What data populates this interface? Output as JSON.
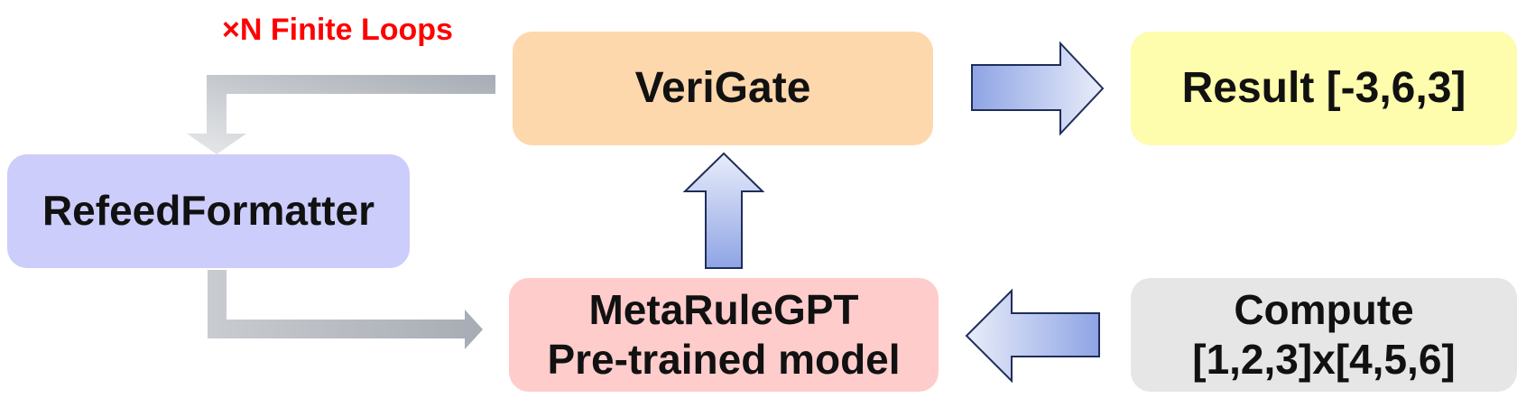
{
  "loop_label": "×N Finite Loops",
  "nodes": {
    "verigate": {
      "label": "VeriGate",
      "color": "#fdd8ad"
    },
    "result": {
      "label": "Result [-3,6,3]",
      "color": "#fefcad"
    },
    "refeed": {
      "label": "RefeedFormatter",
      "color": "#cccdfb"
    },
    "metarule": {
      "line1": "MetaRuleGPT",
      "line2": "Pre-trained model",
      "color": "#ffcccc"
    },
    "compute": {
      "line1": "Compute",
      "line2": "[1,2,3]x[4,5,6]",
      "color": "#e6e6e6"
    }
  },
  "colors": {
    "blue_arrow_dark": "#8ea4e4",
    "blue_arrow_light": "#e9edfa",
    "gray_arrow_dark": "#a7acb4",
    "gray_arrow_light": "#e6e8ea",
    "label_red": "#ff0000"
  }
}
